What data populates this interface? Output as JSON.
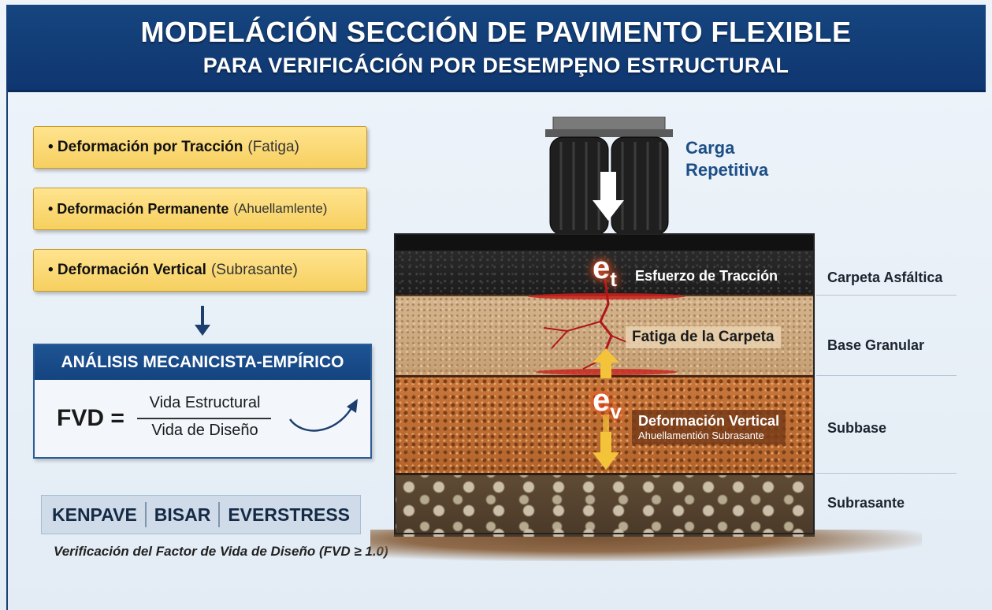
{
  "header": {
    "title": "MODELÁCIÓN SECCIÓN DE PAVIMENTO FLEXIBLE",
    "subtitle": "PARA VERIFICÁCIÓN POR DESEMPȨNO ESTRUCTURAL"
  },
  "criteria": [
    {
      "bold": "• Deformación por Tracción",
      "note": "(Fatiga)"
    },
    {
      "bold": "• Deformación Permanente",
      "note": "(Ahuellamlente)"
    },
    {
      "bold": "• Deformación Vertical",
      "note": "(Subrasante)"
    }
  ],
  "analysis": {
    "title": "ANÁLISIS MECANICISTA-EMPÍRICO",
    "lhs": "FVD =",
    "numerator": "Vida Estructural",
    "denominator": "Vida de Diseño"
  },
  "tools": [
    "KENPAVE",
    "BISAR",
    "EVERSTRESS"
  ],
  "verification": "Verificación del Factor de Vida de Diseño (FVD ≥ 1.0)",
  "load": {
    "line1": "Carga",
    "line2": "Repetitiva"
  },
  "layers": [
    "Carpeta Asfáltica",
    "Base Granular",
    "Subbase",
    "Subrasante"
  ],
  "annotations": {
    "et_symbol": "e",
    "et_sub": "t",
    "et_label": "Esfuerzo de Tracción",
    "fatigue": "Fatiga de la Carpeta",
    "ev_symbol": "e",
    "ev_sub": "v",
    "ev_label": "Deformación Vertical",
    "ev_note": "Ahuellamentión Subrasante"
  },
  "colors": {
    "header": "#16457f",
    "pill": "#f6cf5f",
    "accent": "#1d4f86"
  }
}
